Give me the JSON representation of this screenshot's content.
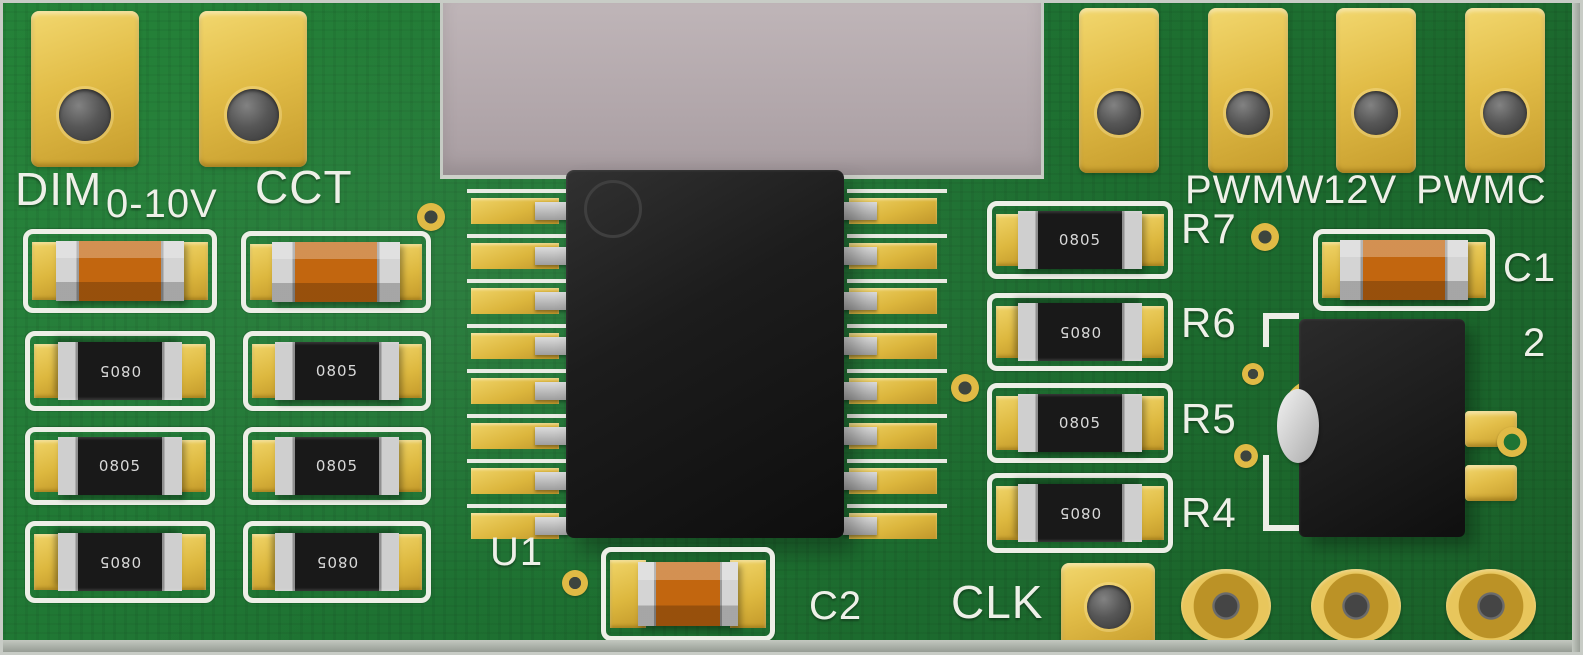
{
  "meta": {
    "description": "3D render of a green PCB (LED dimmer/CCT controller board)"
  },
  "colors": {
    "background_cutout": "#b2a7ab",
    "pcb_green": "#1e7232",
    "pad_gold": "#e2bd48",
    "silkscreen_white": "#edefe7",
    "chip_black": "#191919",
    "capacitor_orange": "#c2660f"
  },
  "labels": {
    "dim": "DIM",
    "zero_to_ten_v": "0-10V",
    "cct": "CCT",
    "pwmw": "PWMW",
    "twelve_v": "12V",
    "pwmc": "PWMC",
    "r7": "R7",
    "r6": "R6",
    "r5": "R5",
    "r4": "R4",
    "c1": "C1",
    "u1": "U1",
    "c2": "C2",
    "clk": "CLK",
    "u2_partial": "2"
  },
  "markings": {
    "smd_0805": "0805"
  }
}
